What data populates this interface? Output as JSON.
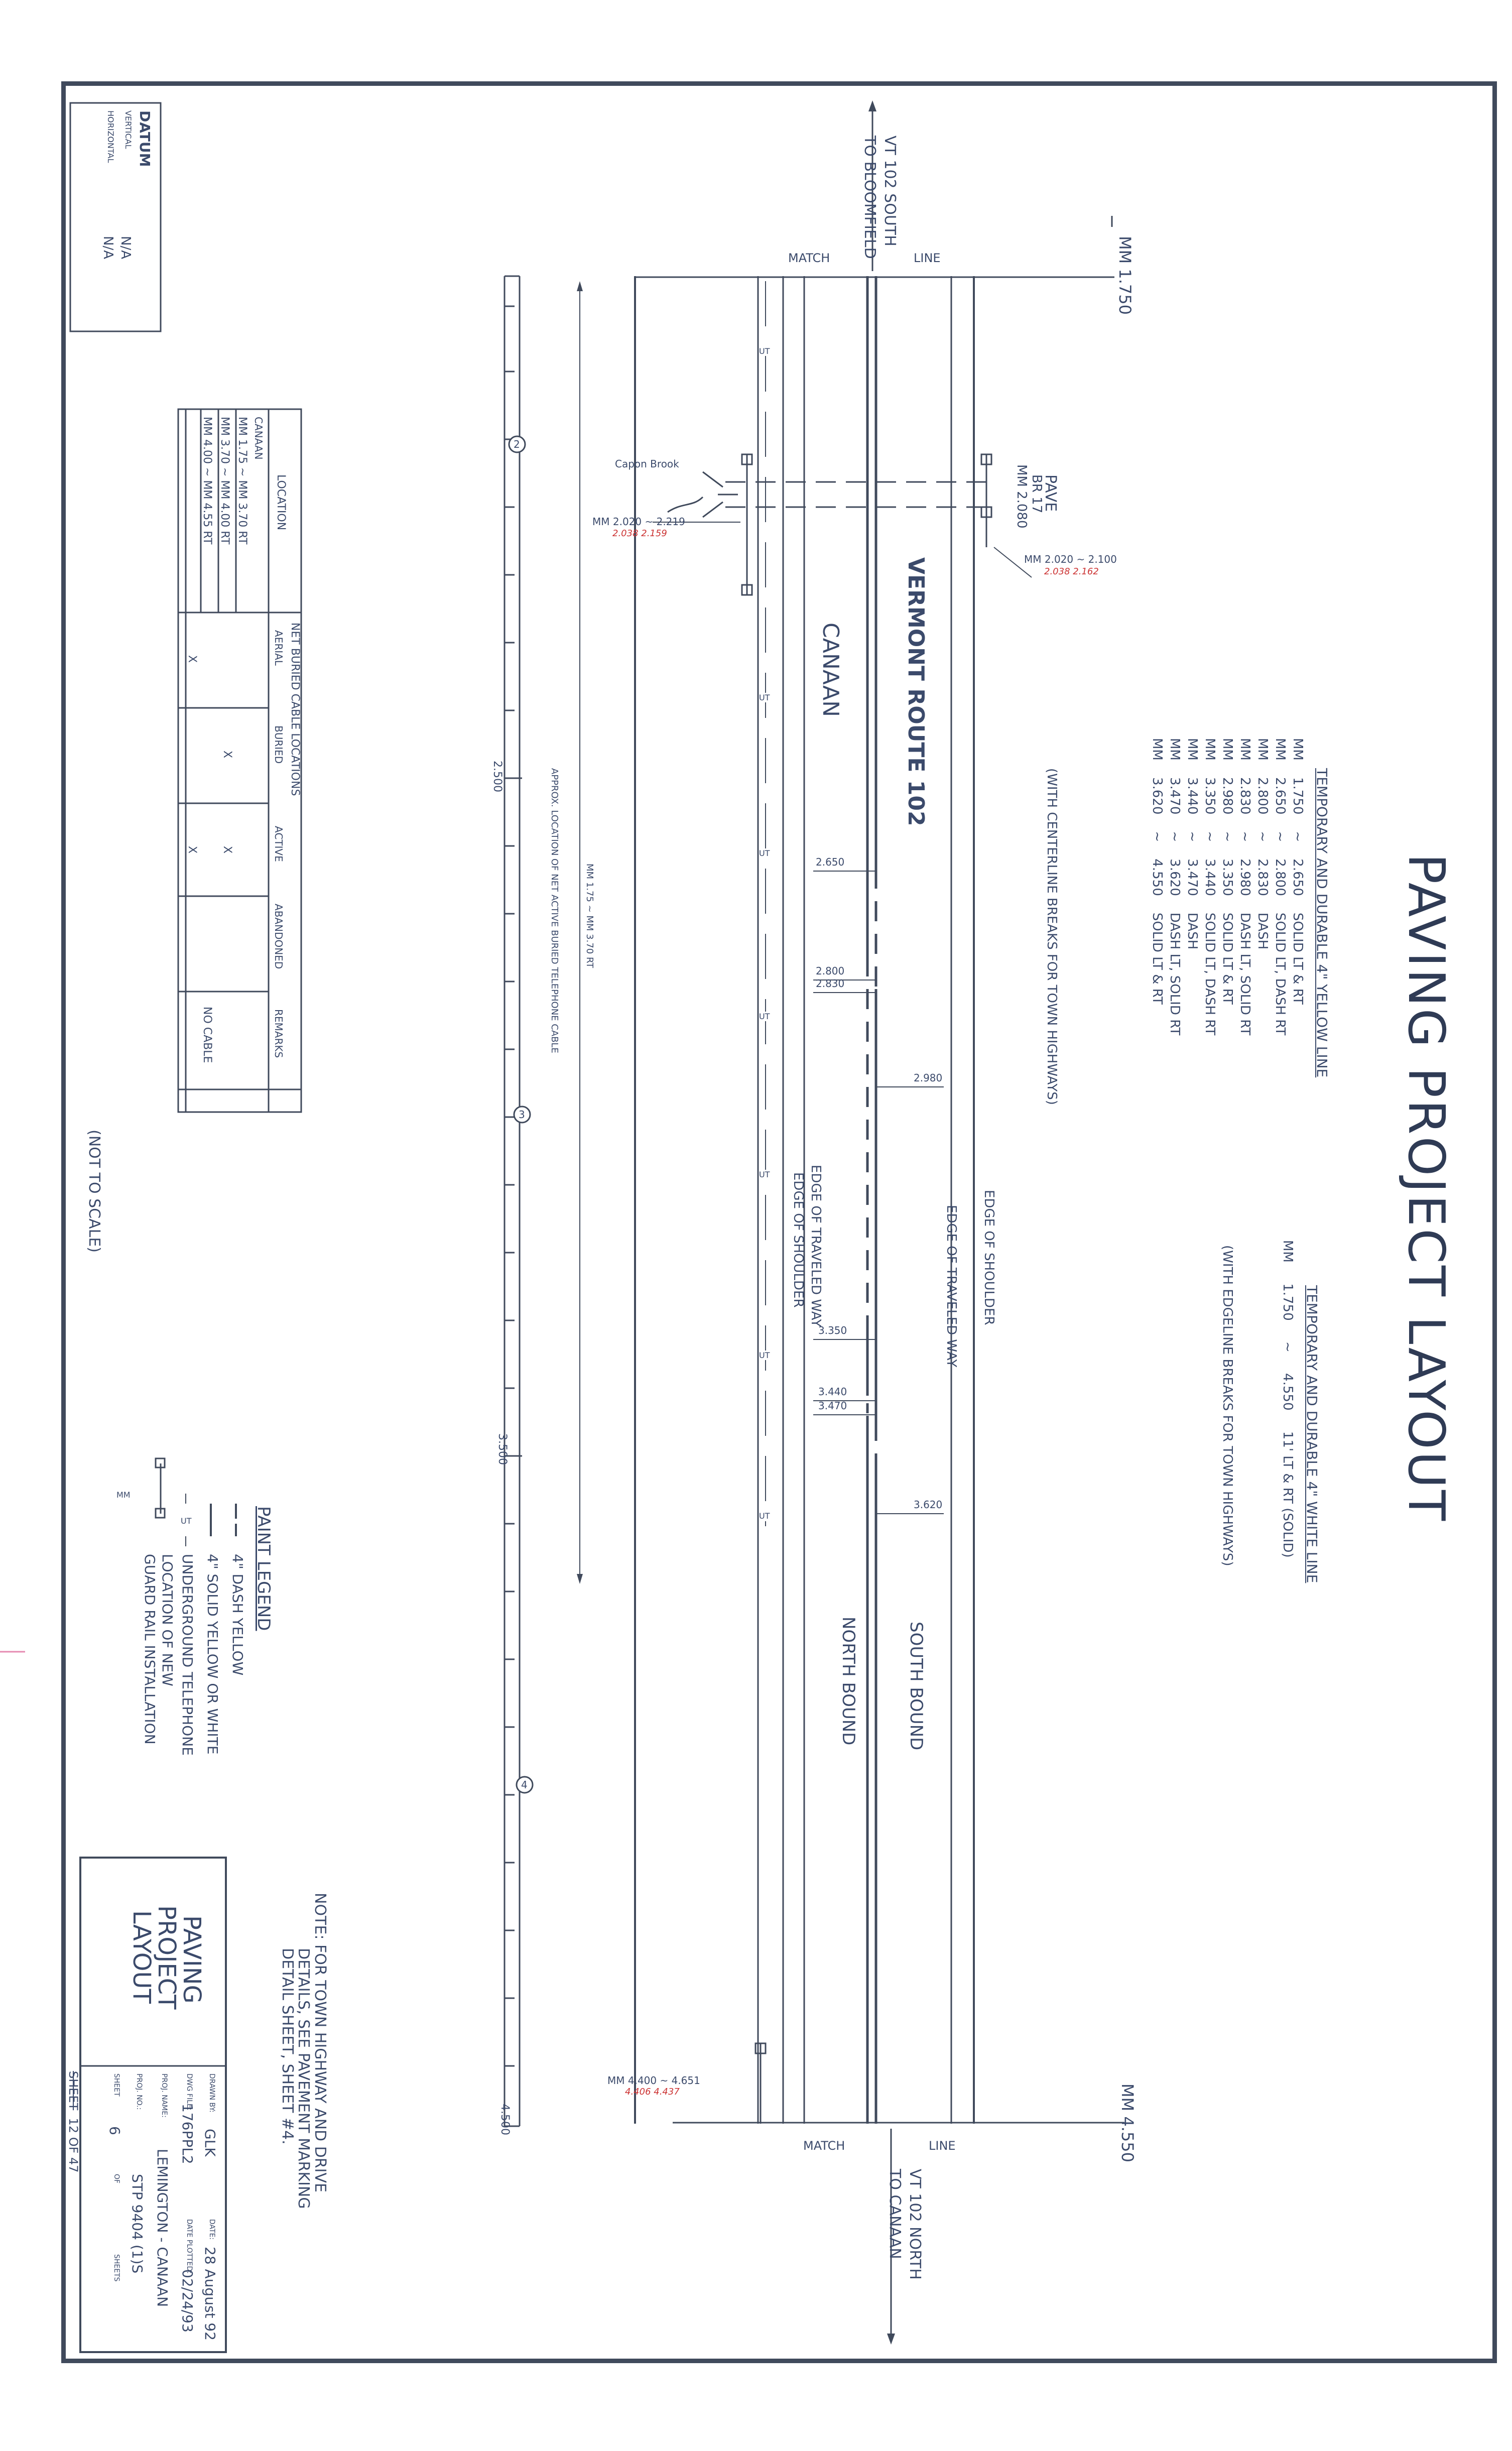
{
  "title": "PAVING PROJECT LAYOUT",
  "yellow_line": {
    "heading": "TEMPORARY AND DURABLE 4\" YELLOW LINE",
    "rows": [
      {
        "mm": "MM",
        "from": "1.750",
        "sep": "~",
        "to": "2.650",
        "type": "SOLID LT & RT"
      },
      {
        "mm": "MM",
        "from": "2.650",
        "sep": "~",
        "to": "2.800",
        "type": "SOLID LT, DASH RT"
      },
      {
        "mm": "MM",
        "from": "2.800",
        "sep": "~",
        "to": "2.830",
        "type": "DASH"
      },
      {
        "mm": "MM",
        "from": "2.830",
        "sep": "~",
        "to": "2.980",
        "type": "DASH LT, SOLID RT"
      },
      {
        "mm": "MM",
        "from": "2.980",
        "sep": "~",
        "to": "3.350",
        "type": "SOLID LT & RT"
      },
      {
        "mm": "MM",
        "from": "3.350",
        "sep": "~",
        "to": "3.440",
        "type": "SOLID LT, DASH RT"
      },
      {
        "mm": "MM",
        "from": "3.440",
        "sep": "~",
        "to": "3.470",
        "type": "DASH"
      },
      {
        "mm": "MM",
        "from": "3.470",
        "sep": "~",
        "to": "3.620",
        "type": "DASH LT, SOLID RT"
      },
      {
        "mm": "MM",
        "from": "3.620",
        "sep": "~",
        "to": "4.550",
        "type": "SOLID LT & RT"
      }
    ],
    "note": "(WITH CENTERLINE BREAKS FOR TOWN HIGHWAYS)"
  },
  "white_line": {
    "heading": "TEMPORARY AND DURABLE 4\" WHITE LINE",
    "row": "MM     1.750     ~     4.550     11' LT & RT (SOLID)",
    "note": "(WITH EDGELINE BREAKS FOR TOWN HIGHWAYS)"
  },
  "plan": {
    "mm_start": "MM 1.750",
    "mm_end": "MM 4.550",
    "to_bloomfield_1": "VT 102 SOUTH",
    "to_bloomfield_2": "TO BLOOMFIELD",
    "to_canaan_1": "VT 102 NORTH",
    "to_canaan_2": "TO CANAAN",
    "match": "MATCH",
    "line": "LINE",
    "route": "VERMONT ROUTE 102",
    "town": "CANAAN",
    "south_bound": "SOUTH BOUND",
    "north_bound": "NORTH BOUND",
    "edge_shoulder": "EDGE OF SHOULDER",
    "edge_traveled": "EDGE OF TRAVELED WAY",
    "edge_traveled_lower": "EDGE OF TRAVELED WAY",
    "edge_shoulder_lower": "EDGE OF SHOULDER",
    "pave_1": "PAVE",
    "pave_2": "BR 17",
    "pave_3": "MM 2.080",
    "brook": "Capon Brook",
    "guard_a": "MM 2.020 ~ 2.219",
    "guard_a_red": "2.038  2.159",
    "guard_b": "MM 2.020 ~ 2.100",
    "guard_b_red": "2.038  2.162",
    "guard_c": "MM 4.400 ~ 4.651",
    "guard_c_red": "4.406  4.437",
    "stations": [
      "2.650",
      "2.800",
      "2.830",
      "2.980",
      "3.350",
      "3.440",
      "3.470",
      "3.620"
    ],
    "cable_label": "APPROX. LOCATION OF NET ACTIVE BURIED TELEPHONE CABLE",
    "cable_range": "MM 1.75 ~ MM 3.70 RT",
    "scale_labels": [
      "2.500",
      "3.500",
      "4.500"
    ],
    "circles": [
      "2",
      "3",
      "4"
    ],
    "ut": "UT"
  },
  "datum": {
    "title": "DATUM",
    "vertical_label": "VERTICAL",
    "vertical_value": "N/A",
    "horizontal_label": "HORIZONTAL",
    "horizontal_value": "N/A"
  },
  "cable_table": {
    "title": "NET BURIED CABLE LOCATIONS",
    "headers": [
      "LOCATION",
      "AERIAL",
      "BURIED",
      "ACTIVE",
      "ABANDONED",
      "REMARKS"
    ],
    "group": "CANAAN",
    "rows": [
      {
        "location": "MM 1.75 ~ MM 3.70 RT",
        "aerial": "",
        "buried": "X",
        "active": "X",
        "abandoned": "",
        "remarks": ""
      },
      {
        "location": "MM 3.70 ~ MM 4.00 RT",
        "aerial": "",
        "buried": "",
        "active": "",
        "abandoned": "",
        "remarks": "NO CABLE"
      },
      {
        "location": "MM 4.00 ~ MM 4.55 RT",
        "aerial": "X",
        "buried": "",
        "active": "X",
        "abandoned": "",
        "remarks": ""
      }
    ]
  },
  "not_to_scale": "(NOT TO SCALE)",
  "legend": {
    "title": "PAINT LEGEND",
    "items": [
      "4\" DASH YELLOW",
      "4\" SOLID YELLOW OR WHITE",
      "UNDERGROUND TELEPHONE",
      "LOCATION OF NEW",
      "GUARD RAIL INSTALLATION"
    ],
    "ut": "UT",
    "mm": "MM"
  },
  "note": {
    "line1": "NOTE:  FOR TOWN HIGHWAY AND DRIVE",
    "line2": "DETAILS, SEE PAVEMENT MARKING",
    "line3": "DETAIL SHEET, SHEET #4."
  },
  "title_block": {
    "title1": "PAVING",
    "title2": "PROJECT",
    "title3": "LAYOUT",
    "drawn_label": "DRAWN BY:",
    "drawn_value": "GLK",
    "date_label": "DATE:",
    "date_value": "28 August 92",
    "dwg_label": "DWG FILE:",
    "dwg_value": "176PPL2",
    "plotted_label": "DATE PLOTTED:",
    "plotted_value": "02/24/93",
    "proj_name_label": "PROJ. NAME:",
    "proj_name_value": "LEMINGTON - CANAAN",
    "proj_no_label": "PROJ. NO.:",
    "proj_no_value": "STP 9404 (1)S",
    "sheet_label": "SHEET",
    "sheet_value": "6",
    "of_label": "OF",
    "sheets_label": "SHEETS",
    "bottom": "12 OF 47",
    "bottom_sheet": "SHEET"
  }
}
